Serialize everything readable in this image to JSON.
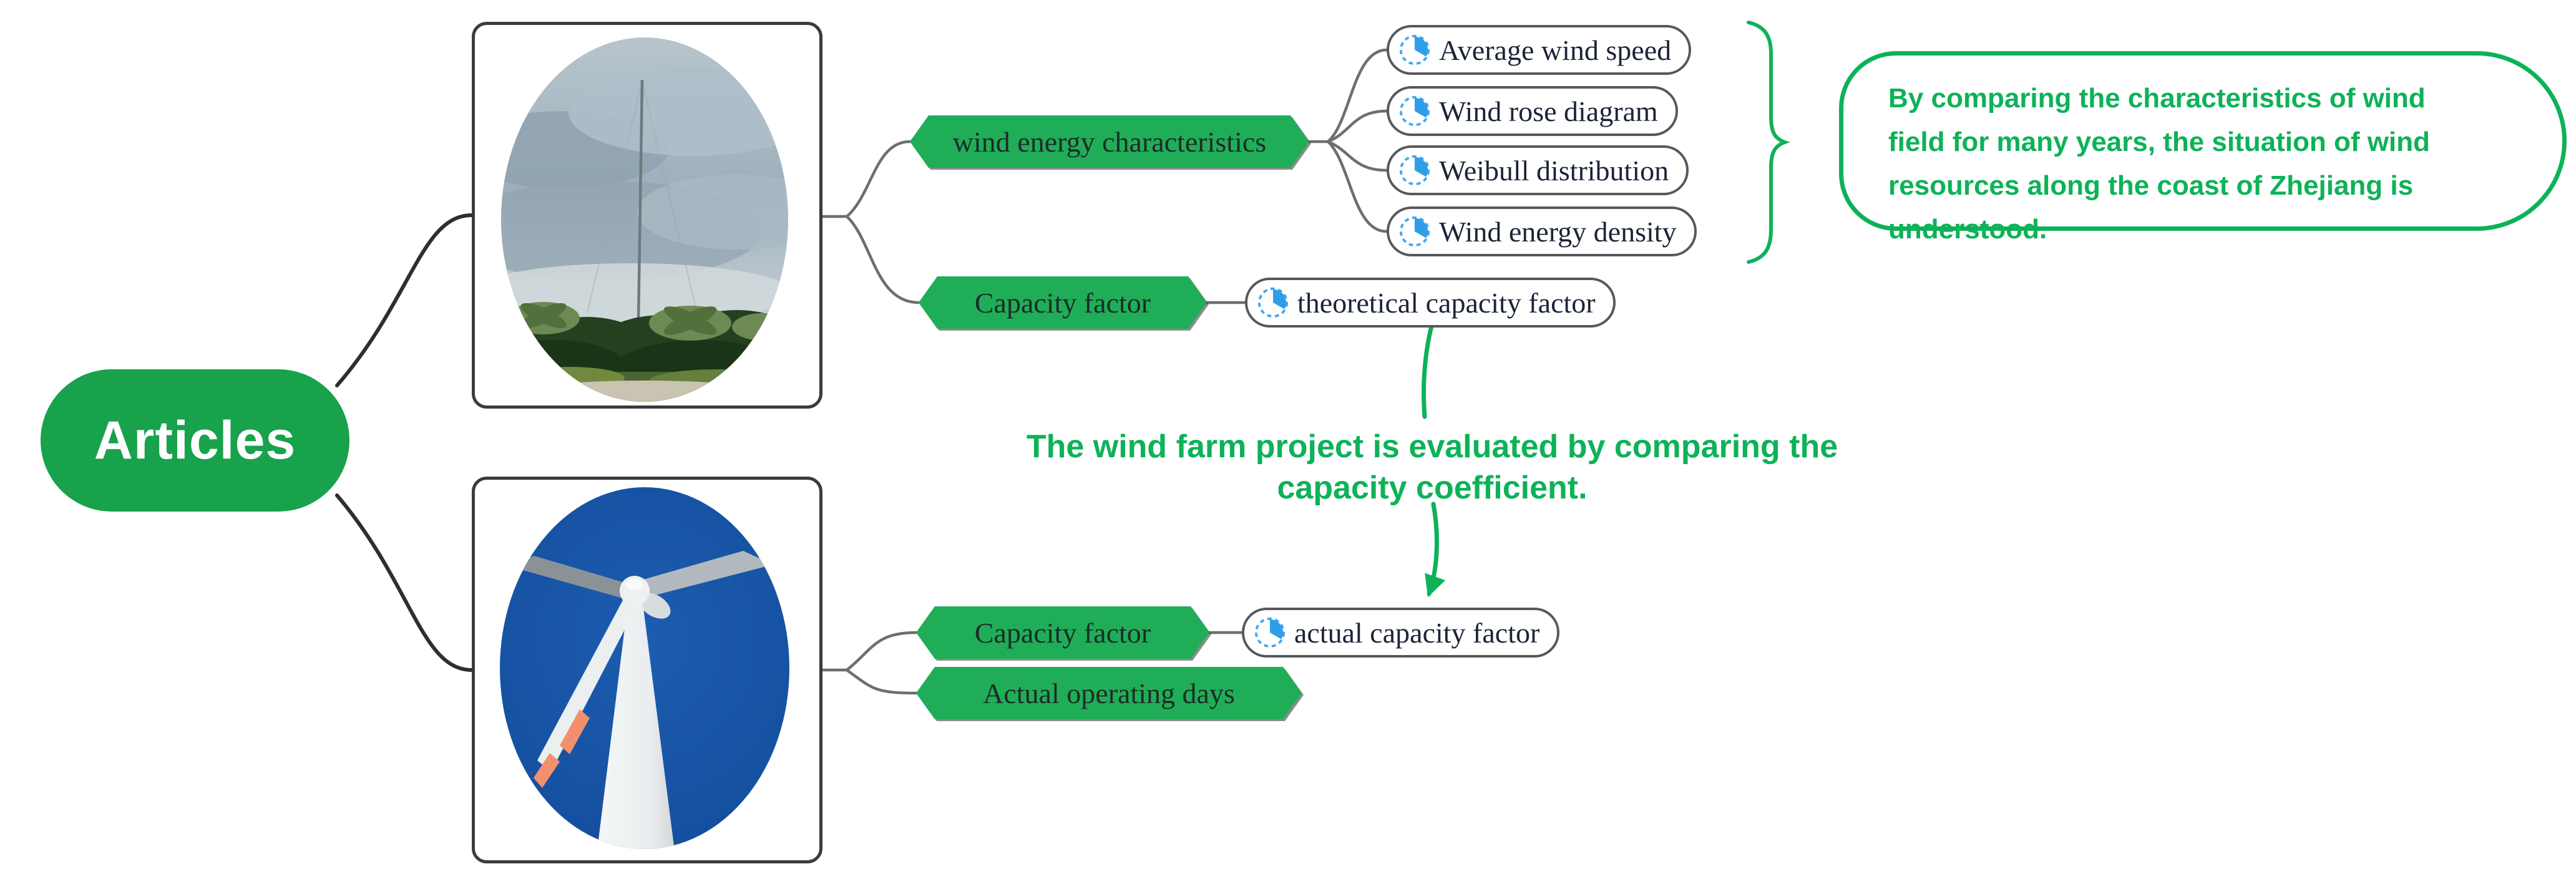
{
  "root": {
    "label": "Articles"
  },
  "branches": [
    {
      "image": "wind-measurement-mast-photo",
      "topics": [
        {
          "label": "wind energy characteristics",
          "children": [
            {
              "label": "Average wind speed"
            },
            {
              "label": "Wind rose diagram"
            },
            {
              "label": "Weibull distribution"
            },
            {
              "label": "Wind energy density"
            }
          ]
        },
        {
          "label": "Capacity factor",
          "children": [
            {
              "label": "theoretical capacity factor"
            }
          ]
        }
      ],
      "callout": "By comparing the characteristics of wind\nfield for many years, the situation of wind\nresources along the coast of Zhejiang is\nunderstood."
    },
    {
      "image": "wind-turbine-photo",
      "topics": [
        {
          "label": "Capacity factor",
          "children": [
            {
              "label": "actual capacity factor"
            }
          ]
        },
        {
          "label": "Actual operating days",
          "children": []
        }
      ]
    }
  ],
  "annotation": "The wind farm project is evaluated by comparing the\ncapacity coefficient.",
  "icons": {
    "subtopic_marker": "task-progress-pie-icon"
  },
  "colors": {
    "root_green": "#18a24b",
    "topic_green": "#1fae57",
    "annotation_green": "#0db258",
    "line_dark": "#2e2e2e",
    "line_grey": "#6e6e6e",
    "icon_blue": "#2e9fe6",
    "turbine_sky_blue": "#1353a6"
  }
}
